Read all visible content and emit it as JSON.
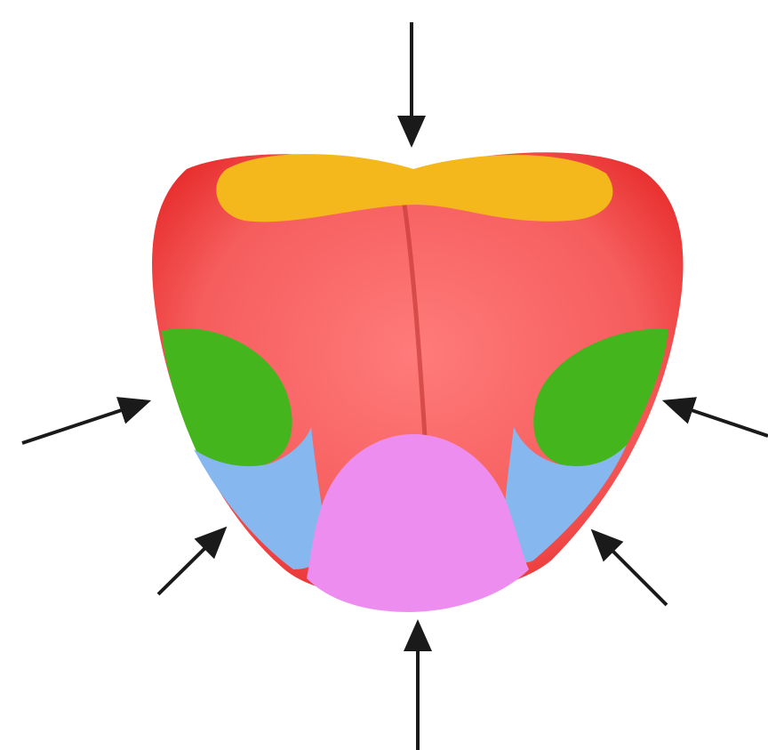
{
  "diagram": {
    "top_label": "",
    "regions": [
      {
        "id": "front",
        "color": "#F4B81C"
      },
      {
        "id": "middle",
        "color": "#F25D5D"
      },
      {
        "id": "side-left-back",
        "color": "#45B51E"
      },
      {
        "id": "side-right-back",
        "color": "#45B51E"
      },
      {
        "id": "side-left-front",
        "color": "#86B7EE"
      },
      {
        "id": "side-right-front",
        "color": "#86B7EE"
      },
      {
        "id": "back",
        "color": "#EE8DF0"
      }
    ],
    "colors": {
      "outline_red": "#EE2B2B",
      "arrow": "#1a1a1a"
    }
  }
}
